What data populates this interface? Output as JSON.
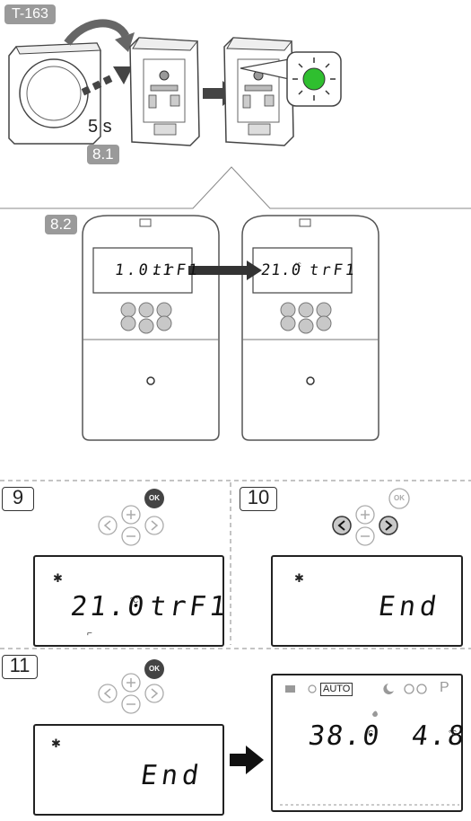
{
  "header": {
    "code": "T-163"
  },
  "step_8_1": {
    "label": "8.1",
    "hold_time": "5 s"
  },
  "step_8_2": {
    "label": "8.2",
    "display_before": {
      "value": "1.0.1",
      "code": "trF1"
    },
    "display_after": {
      "value": "21.0",
      "unit": "°C",
      "code": "trF1"
    }
  },
  "step_9": {
    "number": "9",
    "value": "21.0",
    "unit": "°C",
    "code": "trF1",
    "ok_label": "OK"
  },
  "step_10": {
    "number": "10",
    "text": "End",
    "ok_label": "OK"
  },
  "step_11": {
    "number": "11",
    "text": "End",
    "ok_label": "OK",
    "mode_label": "AUTO",
    "mode_p": "P",
    "temp_left": "38.0",
    "temp_left_unit": "°C",
    "temp_right": "4.8",
    "temp_right_unit": "°C"
  },
  "colors": {
    "led_green": "#2fbf2f",
    "badge_gray": "#9a9a9a",
    "button_gray": "#c8c8c8"
  }
}
